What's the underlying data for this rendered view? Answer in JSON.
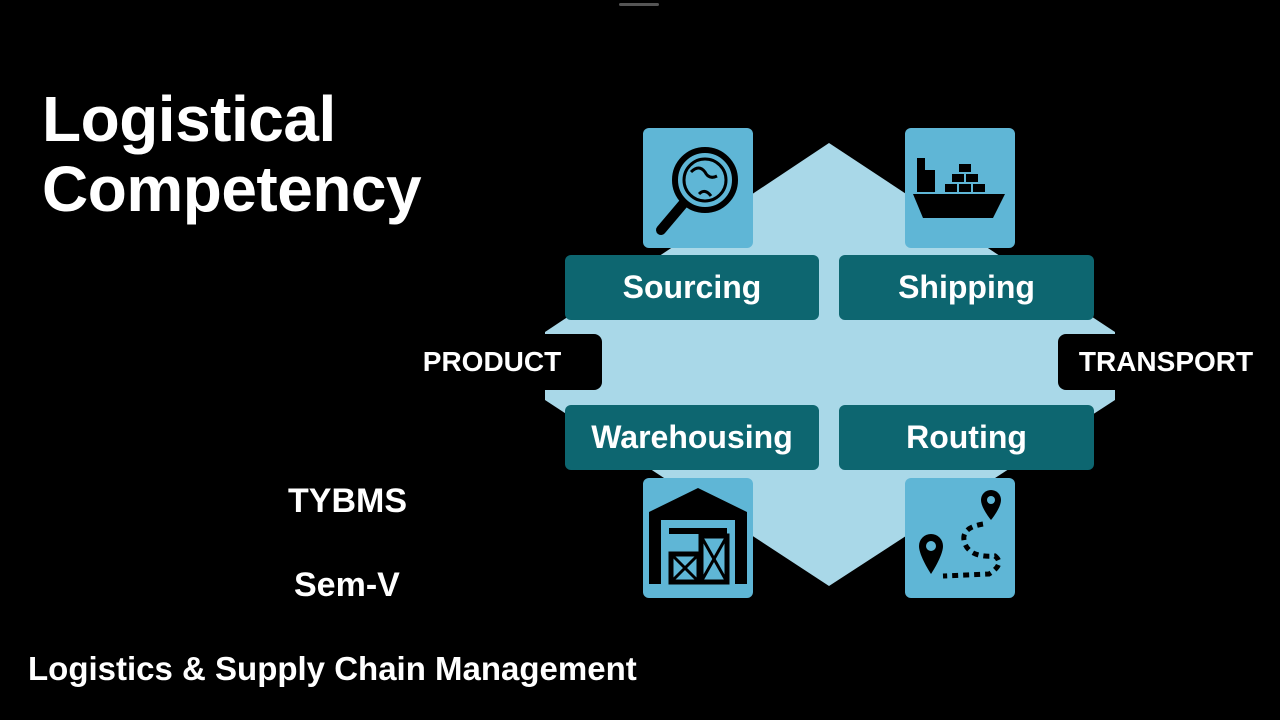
{
  "slide": {
    "title_line1": "Logistical",
    "title_line2": "Competency",
    "program": "TYBMS",
    "semester": "Sem-V",
    "course": "Logistics & Supply Chain Management"
  },
  "diagram": {
    "left_tag": "PRODUCT",
    "right_tag": "TRANSPORT",
    "boxes": {
      "top_left": "Sourcing",
      "top_right": "Shipping",
      "bottom_left": "Warehousing",
      "bottom_right": "Routing"
    },
    "icons": {
      "top_left": "globe-magnifier-icon",
      "top_right": "cargo-ship-icon",
      "bottom_left": "warehouse-icon",
      "bottom_right": "route-map-icon"
    }
  },
  "colors": {
    "background": "#000000",
    "hexagon": "#a9d8e8",
    "box": "#0d6670",
    "icon_tile": "#5fb6d6"
  }
}
